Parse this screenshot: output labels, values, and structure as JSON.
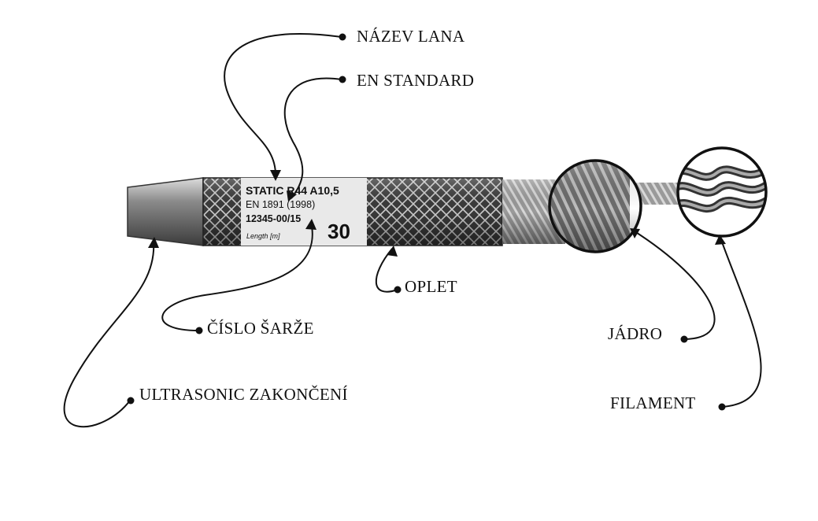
{
  "labels": {
    "rope_name": "NÁZEV LANA",
    "en_standard": "EN STANDARD",
    "sheath": "OPLET",
    "batch_number": "ČÍSLO ŠARŽE",
    "ultrasonic_end": "ULTRASONIC ZAKONČENÍ",
    "core": "JÁDRO",
    "filament": "FILAMENT"
  },
  "rope_tag": {
    "name": "STATIC R44 A10,5",
    "standard": "EN 1891 (1998)",
    "batch": "12345-00/15",
    "length_caption": "Length [m]",
    "length_value": "30"
  },
  "colors": {
    "rope_dark": "#2e2e2e",
    "rope_mid": "#6a6a6a",
    "tag_background": "#e9e9e9",
    "leader_line": "#111111"
  }
}
